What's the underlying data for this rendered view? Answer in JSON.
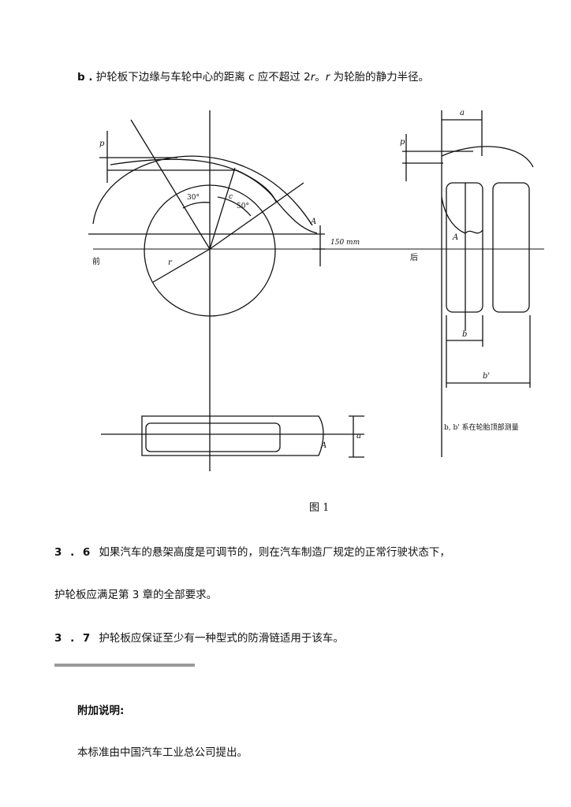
{
  "clause_b": {
    "marker": "b .",
    "text_1": " 护轮板下边缘与车轮中心的距离 c 应不超过 2",
    "r_symbol": "r",
    "text_2": "。",
    "r_symbol_2": "r",
    "text_3": " 为轮胎的静力半径。"
  },
  "figure": {
    "caption": "图 1",
    "labels": {
      "p_left": "p",
      "p_right": "p",
      "a_top": "a",
      "angle_30": "30°",
      "c_label": "c",
      "angle_50": "50°",
      "A_left": "A",
      "dim_150": "150 mm",
      "front": "前",
      "rear": "后",
      "r_label": "r",
      "A_right": "A",
      "b_label": "b",
      "b_prime": "b'",
      "A_bottom": "A",
      "a_bottom": "a",
      "note": "b, b' 系在轮胎顶部测量"
    }
  },
  "clause_3_6": {
    "number": "3 . 6",
    "line_1": "如果汽车的悬架高度是可调节的，则在汽车制造厂规定的正常行驶状态下，",
    "line_2": "护轮板应满足第 3 章的全部要求。"
  },
  "clause_3_7": {
    "number": "3 . 7",
    "text": "护轮板应保证至少有一种型式的防滑链适用于该车。"
  },
  "notes": {
    "heading": "附加说明:",
    "text": "本标准由中国汽车工业总公司提出。"
  }
}
